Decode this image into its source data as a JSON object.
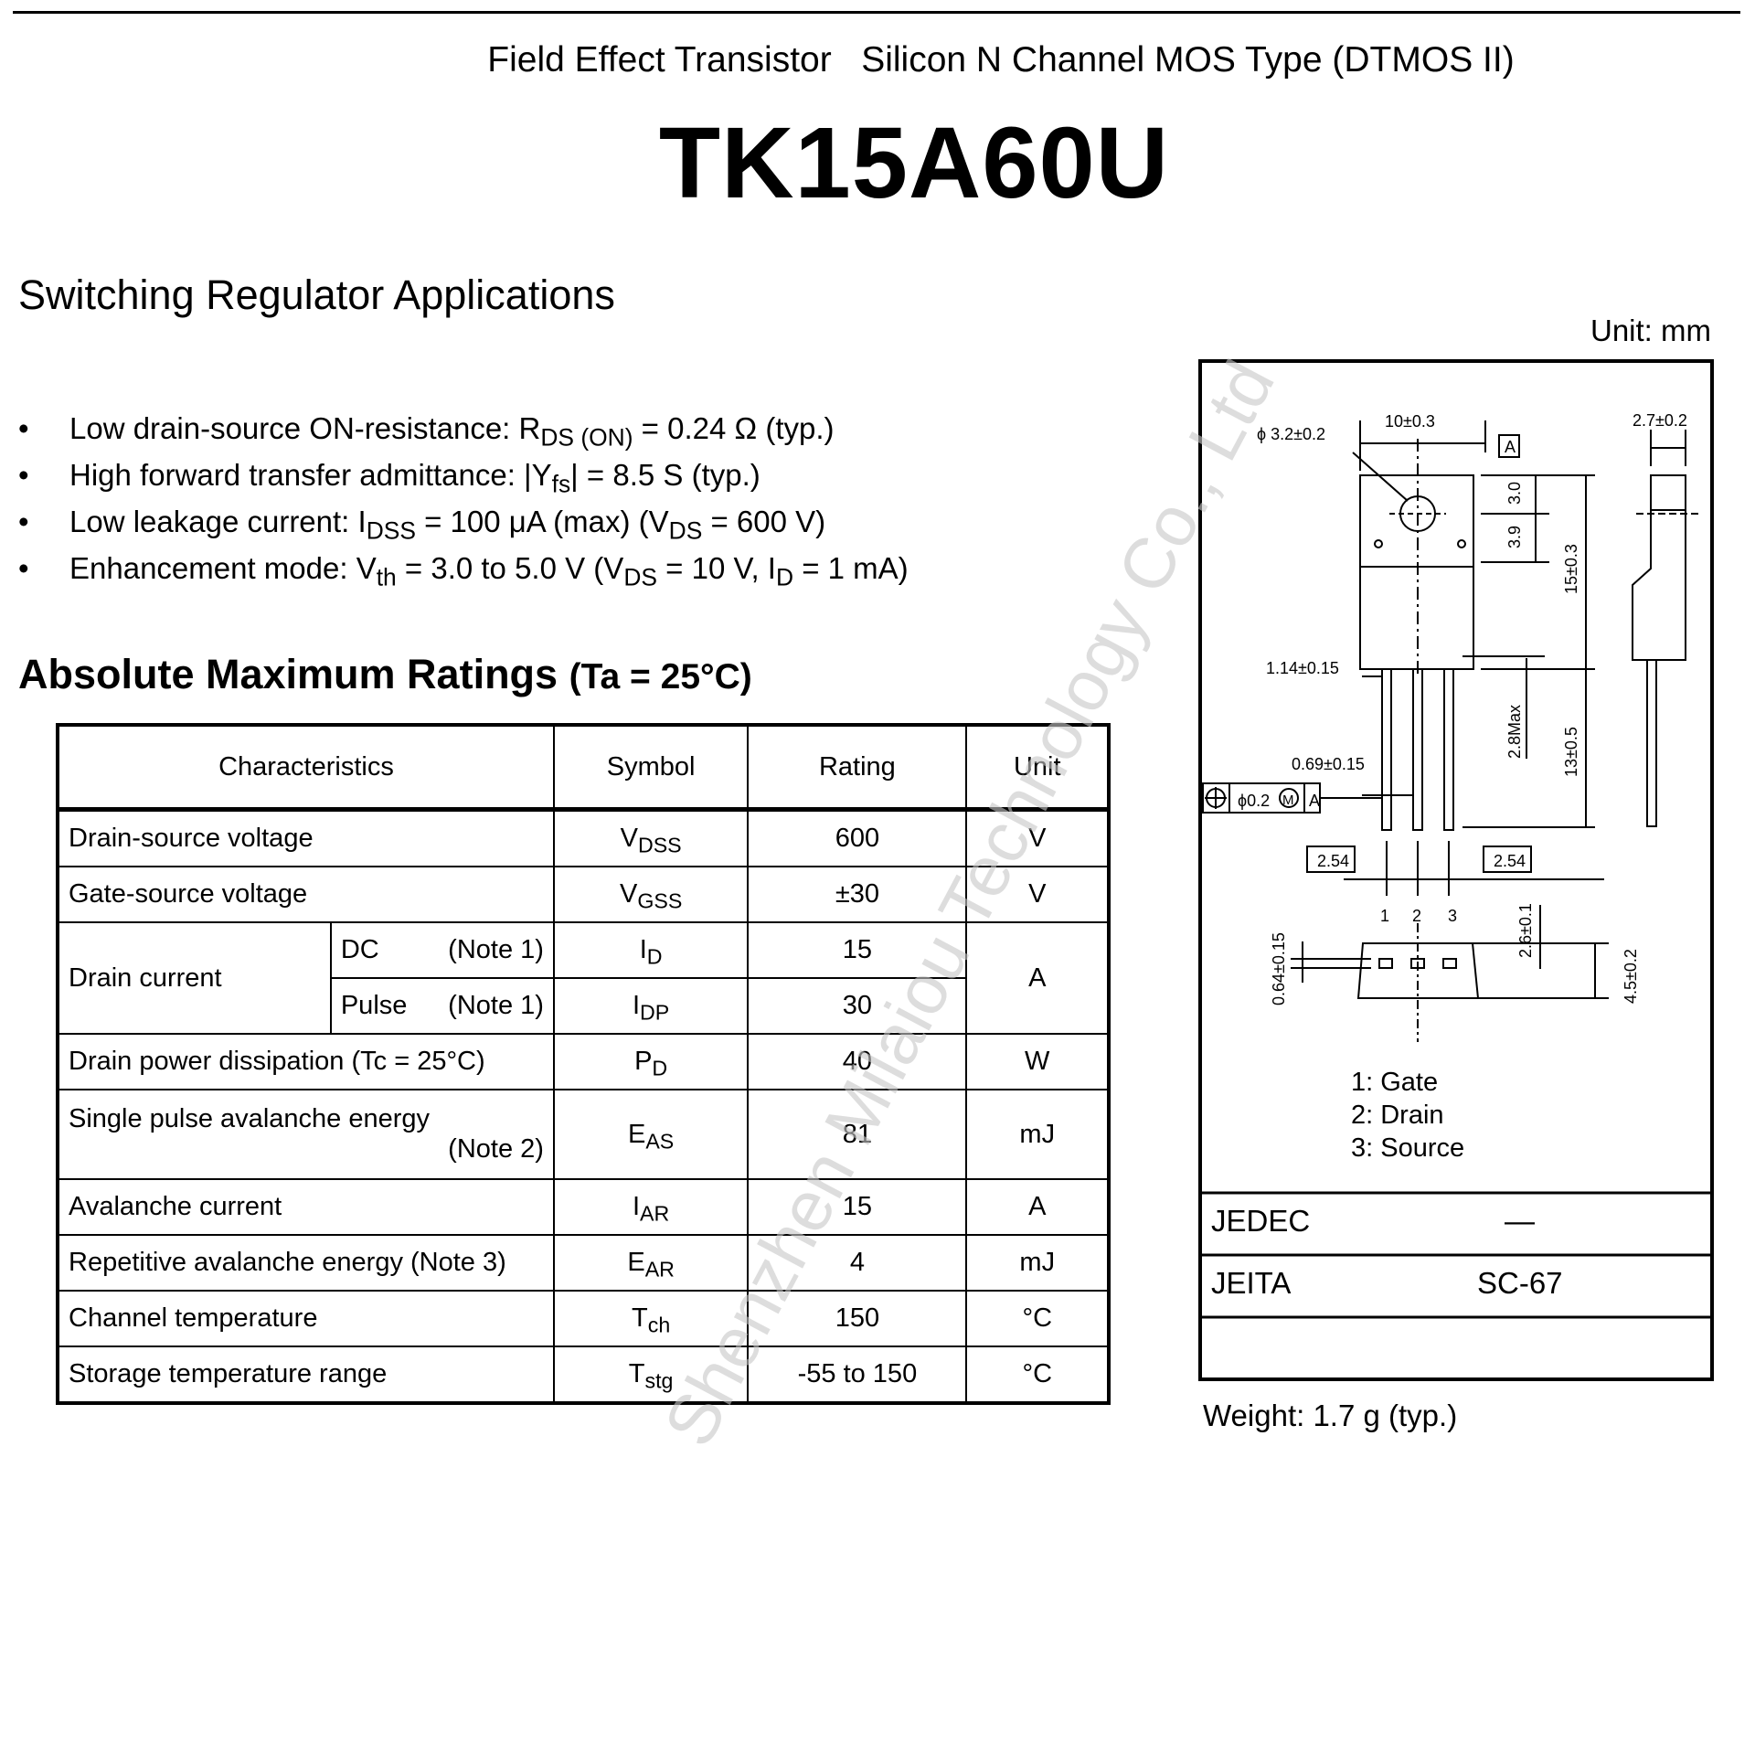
{
  "header": {
    "doc_type": "Field Effect Transistor   Silicon N Channel MOS Type (DTMOS II)",
    "part_number": "TK15A60U"
  },
  "application": "Switching Regulator Applications",
  "unit_label": "Unit: mm",
  "features": [
    {
      "pre": "Low drain-source ON-resistance: R",
      "sub": "DS (ON)",
      "post": " = 0.24 Ω (typ.)"
    },
    {
      "pre": "High forward transfer admittance: |Y",
      "sub": "fs",
      "post": "| = 8.5 S (typ.)"
    },
    {
      "pre": "Low leakage current: I",
      "sub": "DSS",
      "post": " = 100 μA (max) (V",
      "sub2": "DS",
      "post2": " = 600 V)"
    },
    {
      "pre": "Enhancement mode: V",
      "sub": "th",
      "post": " = 3.0 to 5.0 V (V",
      "sub2": "DS",
      "post2": " = 10 V, I",
      "sub3": "D",
      "post3": " = 1 mA)"
    }
  ],
  "ratings": {
    "title": "Absolute Maximum Ratings",
    "condition": "(Ta = 25°C)",
    "headers": {
      "characteristics": "Characteristics",
      "symbol": "Symbol",
      "rating": "Rating",
      "unit": "Unit"
    },
    "rows": {
      "vdss": {
        "name": "Drain-source voltage",
        "sym": "V",
        "sub": "DSS",
        "rating": "600",
        "unit": "V"
      },
      "vgss": {
        "name": "Gate-source voltage",
        "sym": "V",
        "sub": "GSS",
        "rating": "±30",
        "unit": "V"
      },
      "id": {
        "name": "Drain current",
        "mode": "DC",
        "note": "(Note 1)",
        "sym": "I",
        "sub": "D",
        "rating": "15",
        "unit": "A"
      },
      "idp": {
        "mode": "Pulse",
        "note": "(Note 1)",
        "sym": "I",
        "sub": "DP",
        "rating": "30"
      },
      "pd": {
        "name": "Drain power dissipation (Tc = 25°C)",
        "sym": "P",
        "sub": "D",
        "rating": "40",
        "unit": "W"
      },
      "eas": {
        "name": "Single pulse avalanche energy",
        "note": "(Note 2)",
        "sym": "E",
        "sub": "AS",
        "rating": "81",
        "unit": "mJ"
      },
      "iar": {
        "name": "Avalanche current",
        "sym": "I",
        "sub": "AR",
        "rating": "15",
        "unit": "A"
      },
      "ear": {
        "name": "Repetitive avalanche energy (Note 3)",
        "sym": "E",
        "sub": "AR",
        "rating": "4",
        "unit": "mJ"
      },
      "tch": {
        "name": "Channel temperature",
        "sym": "T",
        "sub": "ch",
        "rating": "150",
        "unit": "°C"
      },
      "tstg": {
        "name": "Storage temperature range",
        "sym": "T",
        "sub": "stg",
        "rating": "-55 to 150",
        "unit": "°C"
      }
    }
  },
  "package": {
    "dims": {
      "hole": "ϕ 3.2±0.2",
      "width": "10±0.3",
      "thick": "2.7±0.2",
      "d30": "3.0",
      "d39": "3.9",
      "d15": "15±0.3",
      "lead_w": "1.14±0.15",
      "lead_t": "0.69±0.15",
      "tol": "ϕ0.2",
      "m": "M",
      "datum": "A",
      "max28": "2.8Max",
      "d13": "13±0.5",
      "pitch1": "2.54",
      "pitch2": "2.54",
      "p1": "1",
      "p2": "2",
      "p3": "3",
      "d064": "0.64±0.15",
      "d26": "2.6±0.1",
      "d45": "4.5±0.2"
    },
    "pins": [
      "1: Gate",
      "2: Drain",
      "3: Source"
    ],
    "jedec_label": "JEDEC",
    "jedec_value": "―",
    "jeita_label": "JEITA",
    "jeita_value": "SC-67",
    "weight": "Weight: 1.7 g (typ.)"
  },
  "watermark": "Shenzhen Milaiou Technology Co., Ltd"
}
